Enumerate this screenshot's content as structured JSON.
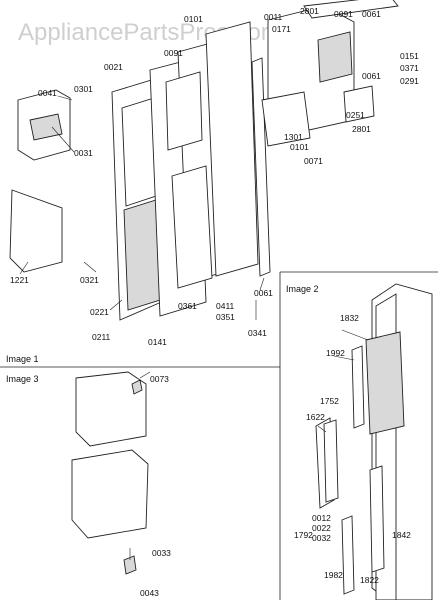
{
  "watermark": "AppliancePartsPros.com",
  "sections": {
    "image1": "Image 1",
    "image2": "Image 2",
    "image3": "Image 3"
  },
  "parts": {
    "image1": [
      "0101",
      "0011",
      "0171",
      "2801",
      "0091",
      "0061",
      "0021",
      "0091",
      "0041",
      "0301",
      "0031",
      "0151",
      "0371",
      "0061",
      "0291",
      "0251",
      "1301",
      "0101",
      "0071",
      "2801",
      "1221",
      "0321",
      "0221",
      "0361",
      "0411",
      "0061",
      "0351",
      "0341",
      "0211",
      "0141"
    ],
    "image2": [
      "1832",
      "1992",
      "1752",
      "1622",
      "0012",
      "0022",
      "0032",
      "1792",
      "1842",
      "1982",
      "1822"
    ],
    "image3": [
      "0073",
      "0033",
      "0043"
    ]
  }
}
